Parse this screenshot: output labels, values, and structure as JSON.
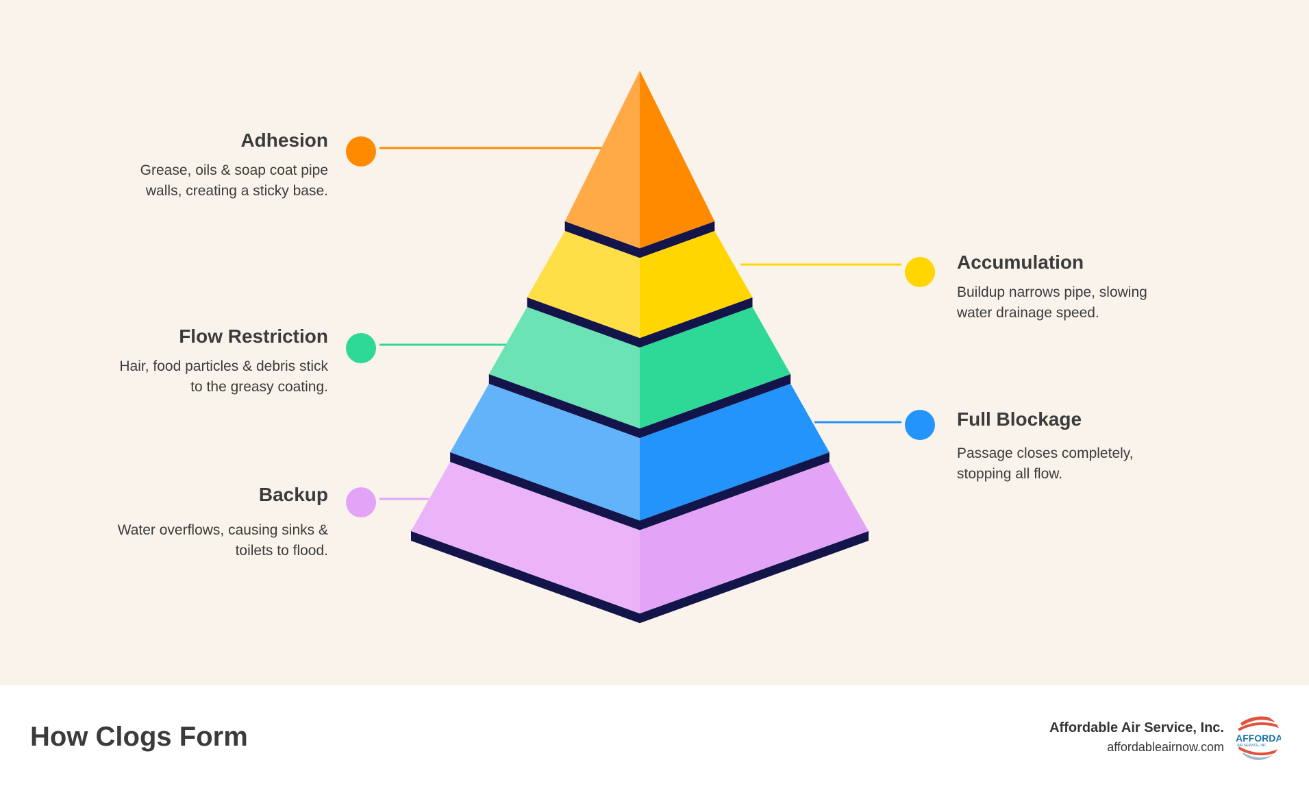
{
  "stages": [
    {
      "title": "Adhesion",
      "description_lines": [
        "Grease, oils & soap coat pipe",
        "walls, creating a sticky base."
      ],
      "side": "left",
      "color": "#ff8a00",
      "light_color": "#ffa947"
    },
    {
      "title": "Accumulation",
      "description_lines": [
        "Buildup narrows pipe, slowing",
        "water drainage speed."
      ],
      "side": "right",
      "color": "#ffd600",
      "light_color": "#ffdf47"
    },
    {
      "title": "Flow Restriction",
      "description_lines": [
        "Hair, food particles & debris stick",
        "to the greasy coating."
      ],
      "side": "left",
      "color": "#2ed897",
      "light_color": "#6be3b4"
    },
    {
      "title": "Full Blockage",
      "description_lines": [
        "Passage closes completely,",
        "stopping all flow."
      ],
      "side": "right",
      "color": "#2394fc",
      "light_color": "#63b3fa"
    },
    {
      "title": "Backup",
      "description_lines": [
        "Water overflows, causing sinks &",
        "toilets to flood."
      ],
      "side": "left",
      "color": "#e3a4f8",
      "light_color": "#ebb4f9"
    }
  ],
  "band_color": "#13154a",
  "footer": {
    "title": "How Clogs Form",
    "company_name": "Affordable Air Service, Inc.",
    "company_url": "affordableairnow.com",
    "logo_text": "AFFORDABLE",
    "logo_subtext": "AIR SERVICE, INC"
  }
}
